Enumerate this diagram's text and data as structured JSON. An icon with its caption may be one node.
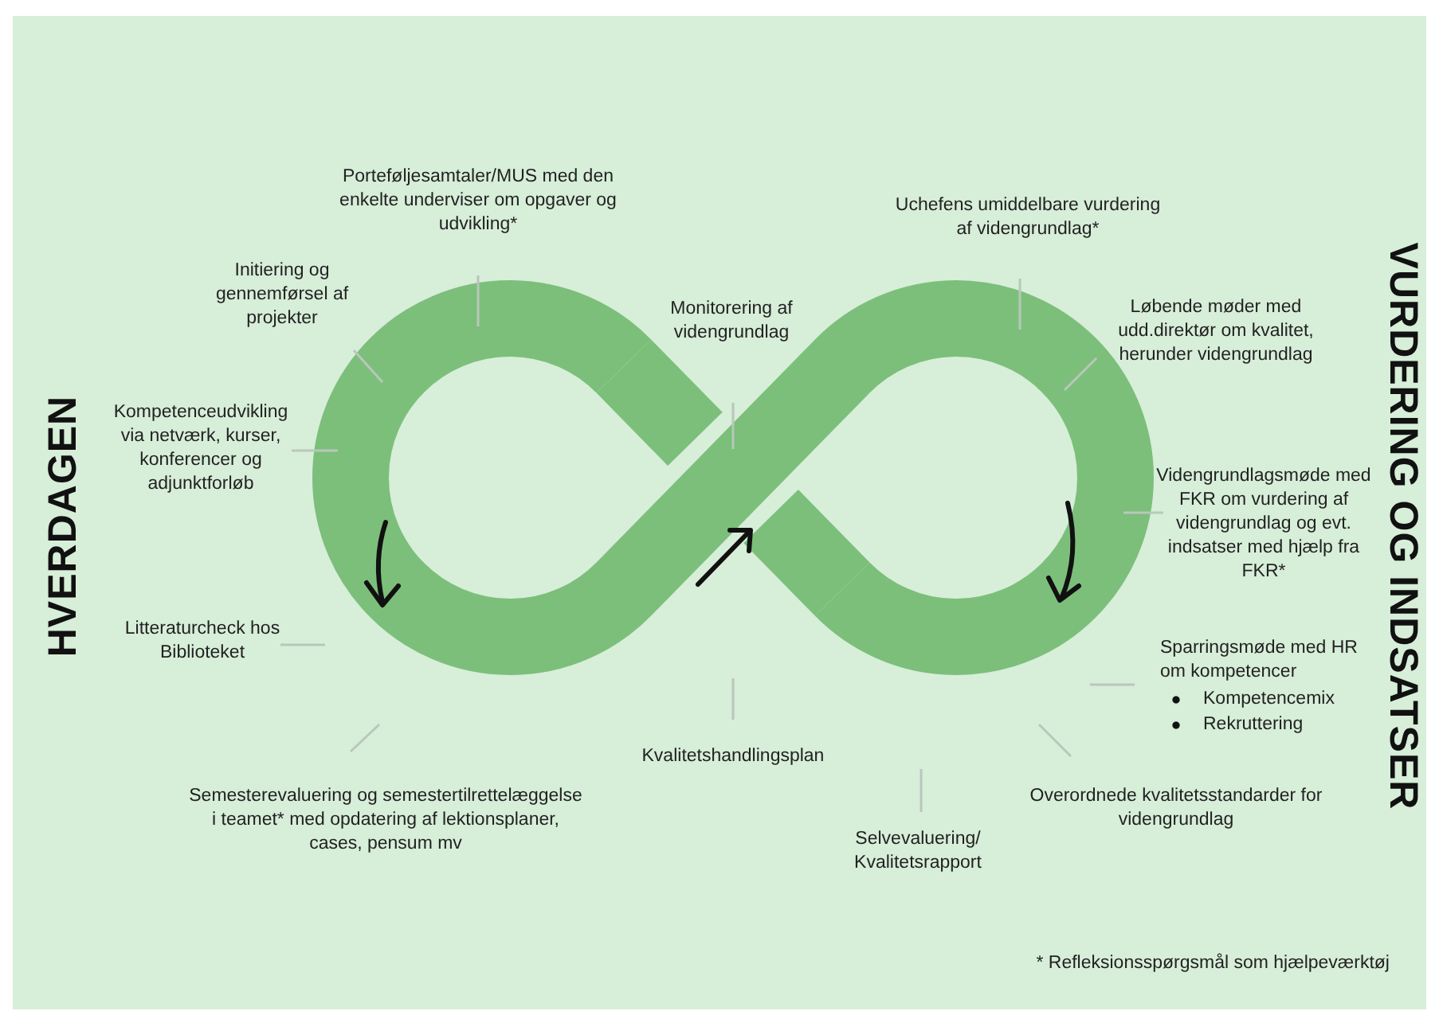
{
  "diagram": {
    "labels": [
      "Initiering og gennemførsel af projekter",
      "Porteføljesamtaler/MUS med den enkelte underviser om opgaver og udvikling*",
      "Monitorering af videngrundlag",
      "Uchefens umiddelbare vurdering af videngrundlag*",
      "Løbende møder med udd.direktør om kvalitet, herunder videngrundlag",
      "Kompetenceudvikling via netværk, kurser, konferencer og adjunktforløb",
      "Litteraturcheck hos Biblioteket",
      "Semesterevaluering og semestertilrettelæggelse i teamet* med opdatering af lektionsplaner, cases, pensum mv",
      "Kvalitetshandlingsplan",
      "Selvevaluering/ Kvalitetsrapport",
      "Overordnede kvalitetsstandarder for videngrundlag",
      "Videngrundlagsmøde med FKR om vurdering af videngrundlag og evt. indsatser med hjælp fra FKR*",
      "Sparringsmøde med HR om kompetencer",
      "Kompetencemix",
      "Rekruttering",
      "HVERDAGEN",
      "VURDERING OG INDSATSER",
      "* Refleksionsspørgsmål som hjælpeværktøj"
    ]
  }
}
